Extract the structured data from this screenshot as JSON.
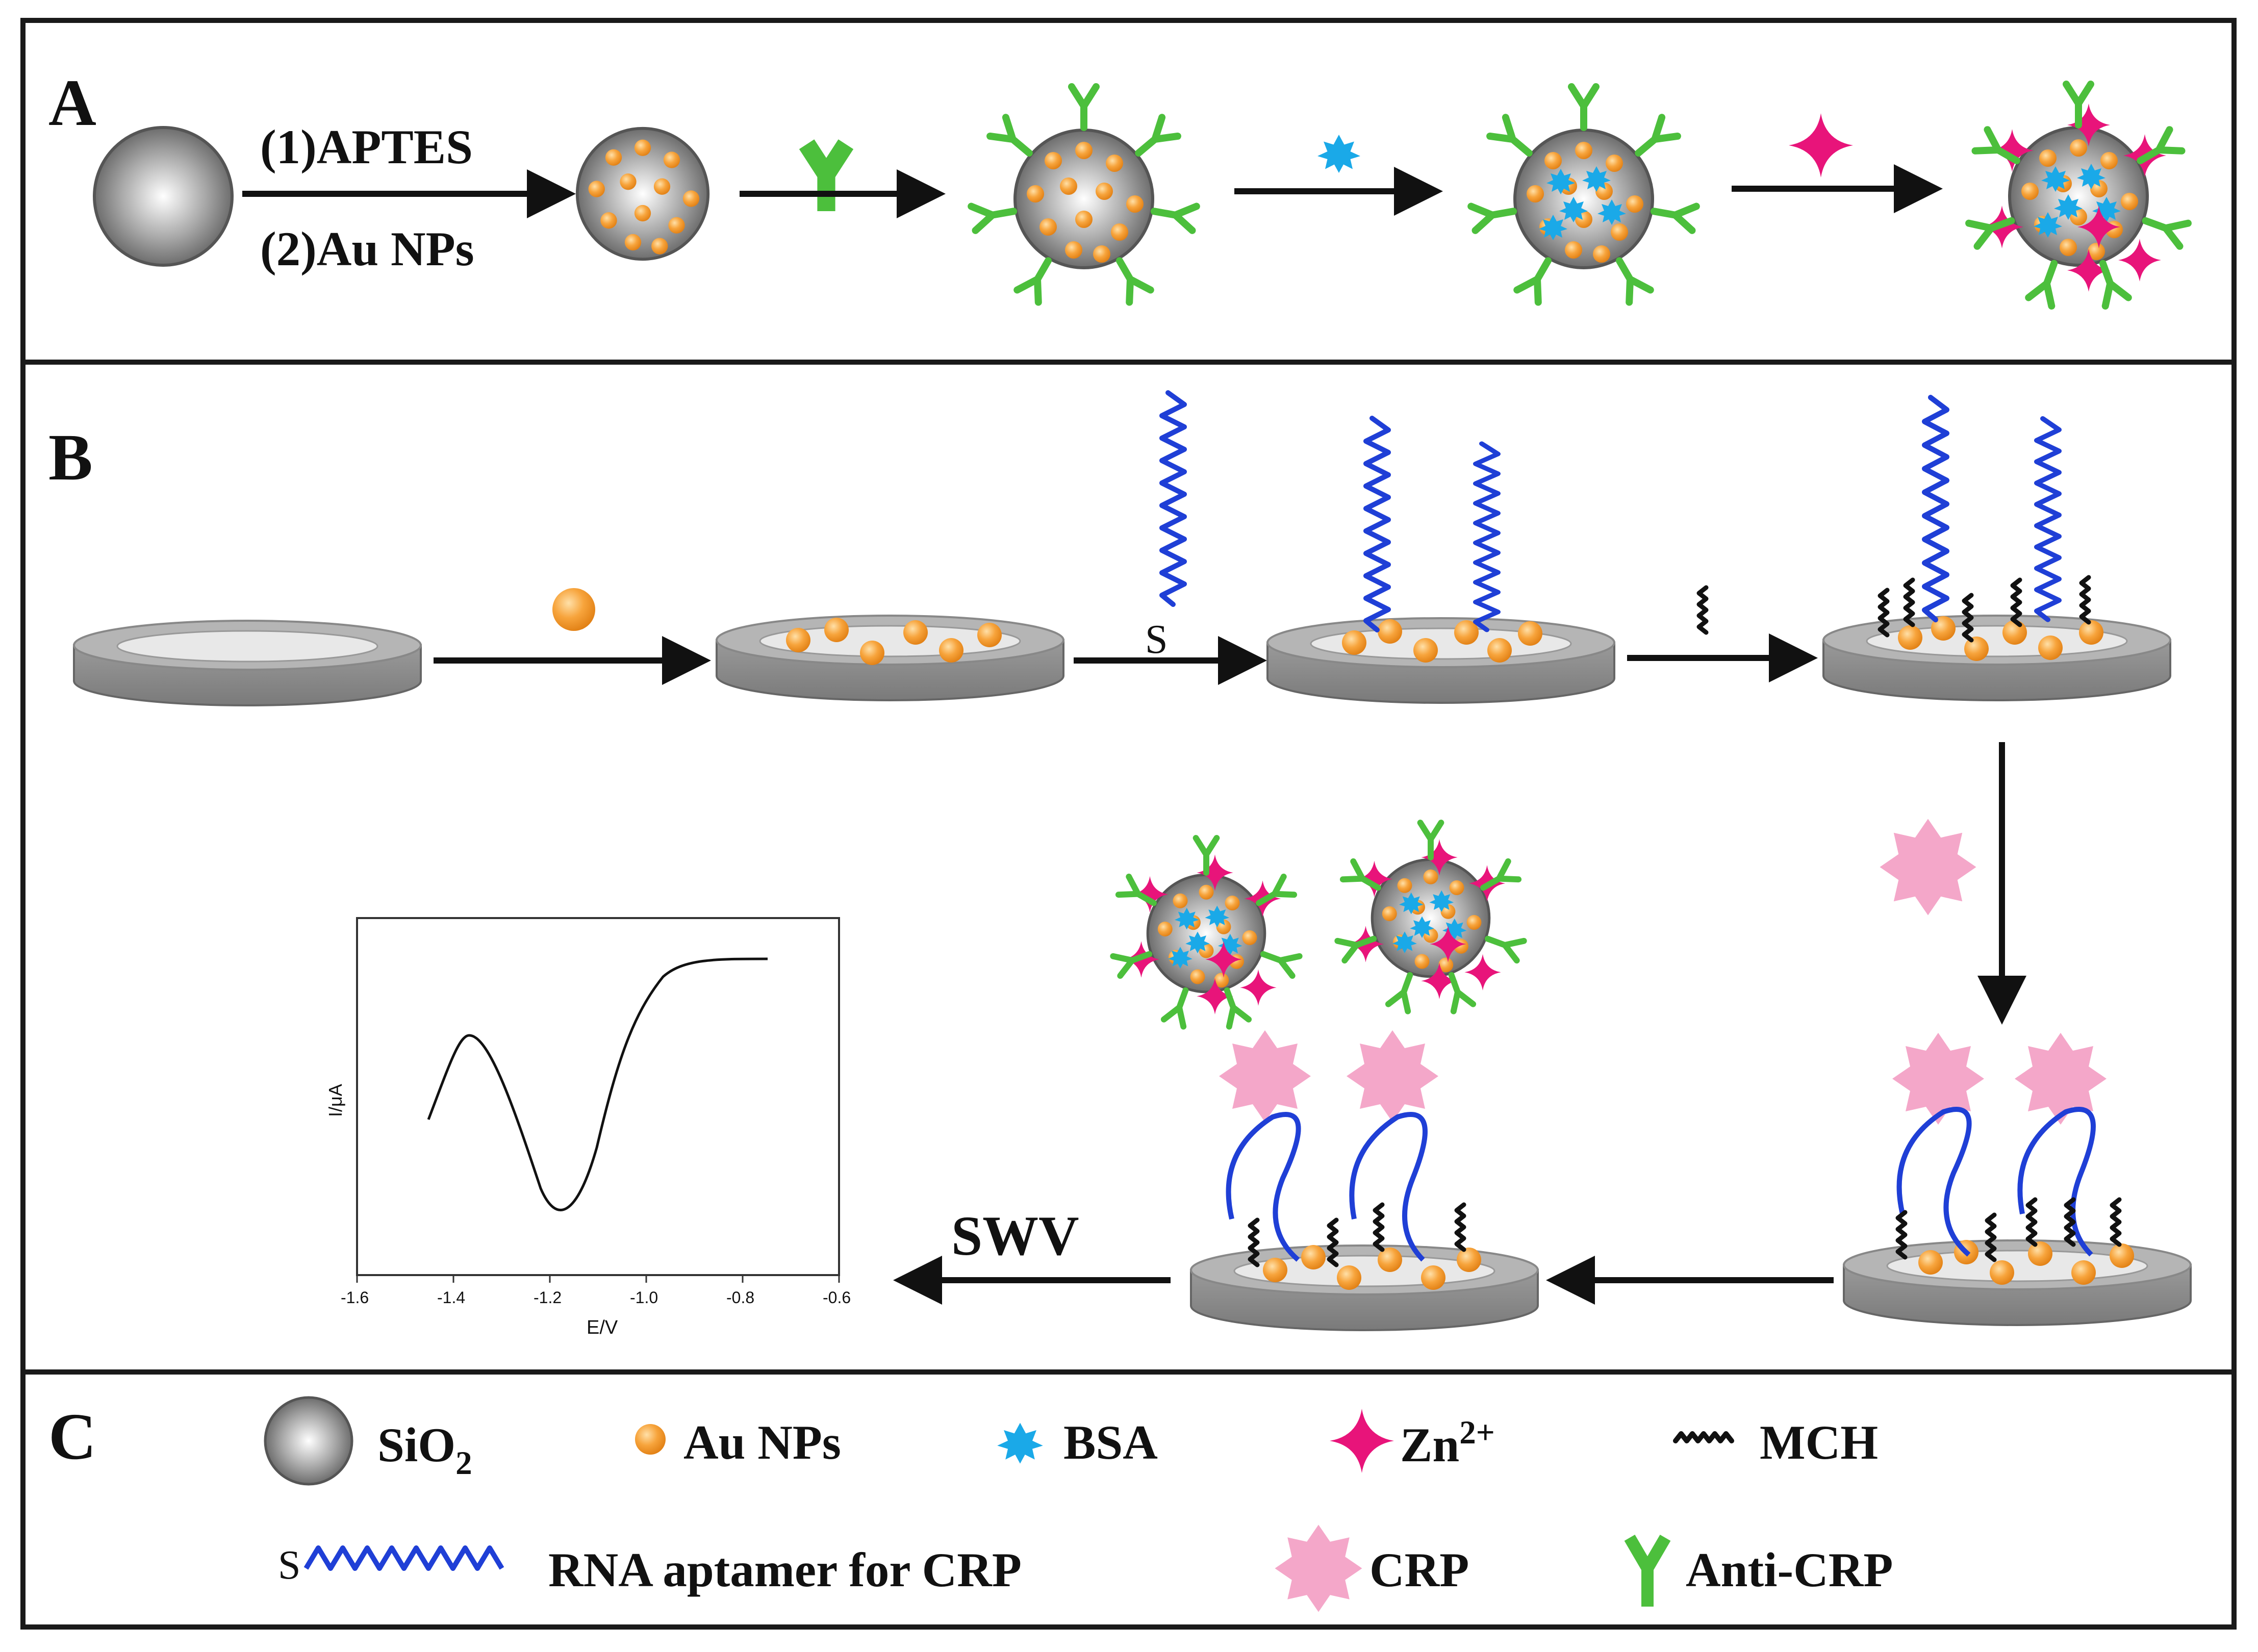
{
  "panels": {
    "a": {
      "label": "A",
      "step1": "(1)APTES",
      "step2": "(2)Au NPs"
    },
    "b": {
      "label": "B",
      "thiol": "S",
      "swv": "SWV"
    },
    "c": {
      "label": "C"
    }
  },
  "legend": {
    "sio2_prefix": "SiO",
    "sio2_sub": "2",
    "au": "Au NPs",
    "bsa": "BSA",
    "zn_prefix": "Zn",
    "zn_sup": "2+",
    "mch": "MCH",
    "aptamer_s": "S",
    "aptamer": "RNA aptamer for CRP",
    "crp": "CRP",
    "anti": "Anti-CRP"
  },
  "plot": {
    "ylabel": "I/μA",
    "xlabel": "E/V",
    "xticks": [
      "-1.6",
      "-1.4",
      "-1.2",
      "-1.0",
      "-0.8",
      "-0.6"
    ]
  },
  "colors": {
    "frame": "#1a1a1a",
    "gold": "#f59a2a",
    "antibody": "#4cbf3c",
    "bsa": "#1aa9e8",
    "zinc": "#e8147a",
    "crp": "#f4a7c9",
    "aptamer": "#1f3fd6",
    "mch": "#111111"
  }
}
